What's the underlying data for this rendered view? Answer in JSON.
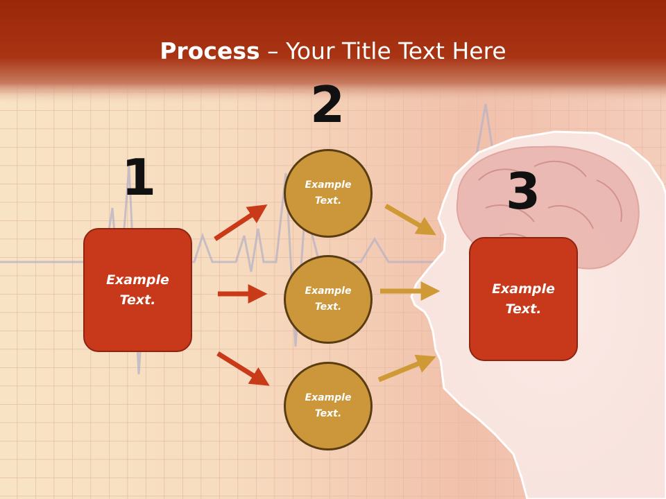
{
  "slide": {
    "title_bold": "Process",
    "title_rest": " – Your Title Text Here",
    "steps": [
      {
        "number": "1",
        "text": "Example Text."
      },
      {
        "number": "2",
        "items": [
          "Example Text.",
          "Example Text.",
          "Example Text."
        ]
      },
      {
        "number": "3",
        "text": "Example Text."
      }
    ]
  },
  "colors": {
    "header": "#9c2a0c",
    "box": "#c7391a",
    "circle": "#cc963a",
    "arrow_red": "#c93a18",
    "arrow_gold": "#cf9a35"
  }
}
